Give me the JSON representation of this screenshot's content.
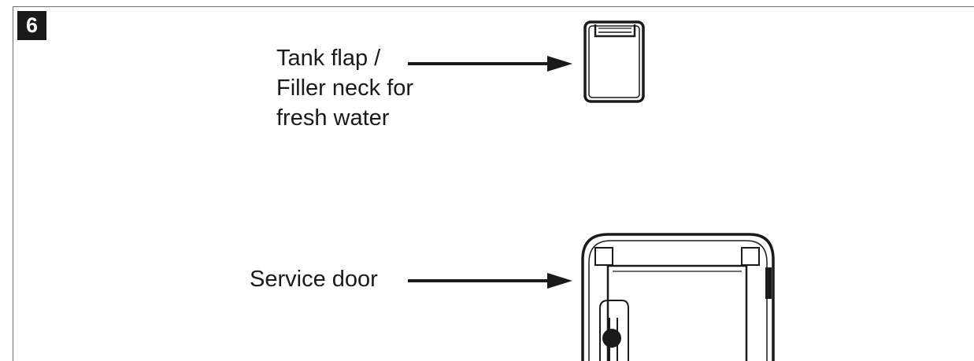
{
  "step": {
    "number": "6"
  },
  "callouts": {
    "tank_flap": {
      "lines": [
        "Tank flap /",
        "Filler neck for",
        "fresh water"
      ]
    },
    "service_door": {
      "lines": [
        "Service door"
      ]
    }
  },
  "colors": {
    "ink": "#1a1a1a",
    "frame": "#6e6e6e",
    "background": "#ffffff"
  }
}
